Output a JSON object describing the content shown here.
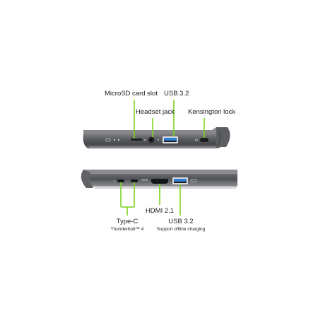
{
  "top_view": {
    "labels": {
      "microsd": "MicroSD card slot",
      "usb_top": "USB 3.2",
      "headset": "Headset jack",
      "kensington": "Kensington lock"
    },
    "indicator_glyphs": "▭ ● ●"
  },
  "bottom_view": {
    "labels": {
      "typec": "Type-C",
      "typec_sub": "Thunderbolt™ 4",
      "hdmi": "HDMI 2.1",
      "usb_bottom": "USB 3.2",
      "usb_bottom_sub": "Support offline charging"
    }
  },
  "colors": {
    "leader_green": "#7ED321",
    "chassis_dark": "#4a4c50",
    "chassis_light": "#9a9ca0",
    "usb_blue": "#2f7fd6"
  }
}
